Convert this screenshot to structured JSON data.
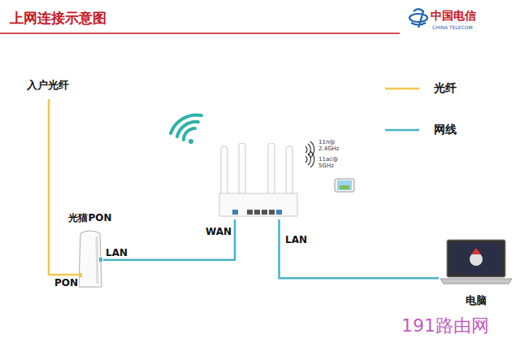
{
  "diagram": {
    "title": "上网连接示意图",
    "nodes": [
      {
        "text": [
          "光猫PON"
        ]
      },
      {
        "text": [
          "WAN",
          "LAN"
        ]
      },
      {
        "text": [
          "电脑"
        ]
      }
    ],
    "edges": [
      {
        "from": 0,
        "to": 1,
        "arrow": "none"
      },
      {
        "from": 1,
        "to": 2,
        "arrow": "none"
      }
    ],
    "labels": [
      "入户光纤",
      "PON",
      "LAN",
      "11n@ 2.4GHz",
      "11ac@ 5GHz",
      "中国电信",
      "CHINA TELECOM",
      "191路由网"
    ],
    "legend": [
      {
        "text": "光纤"
      },
      {
        "text": "网线"
      }
    ]
  }
}
